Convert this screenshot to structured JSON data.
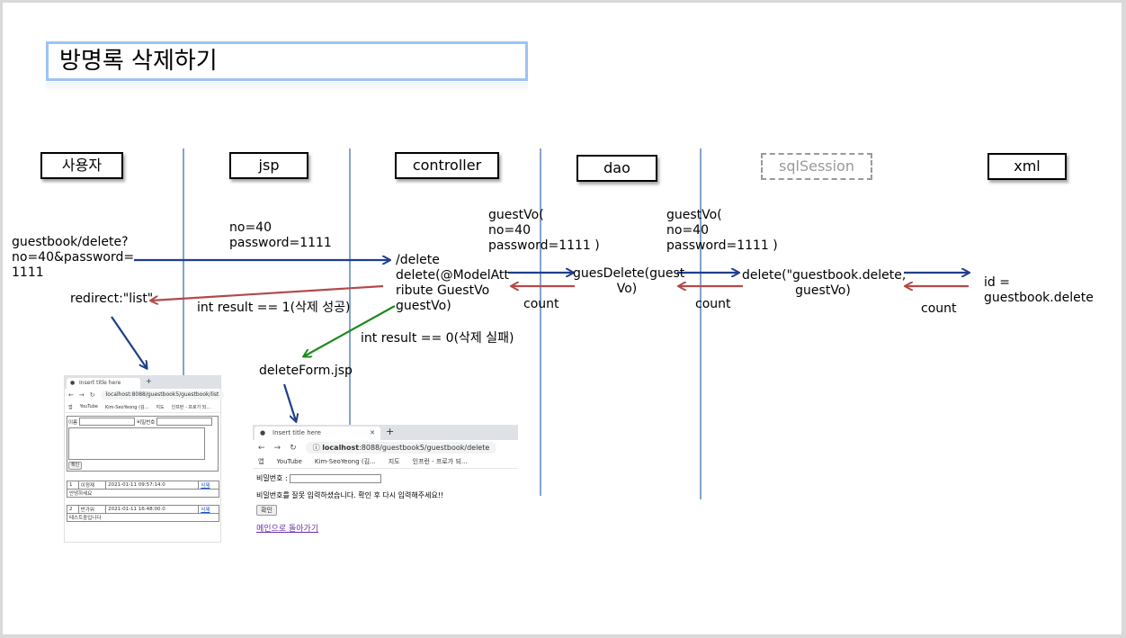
{
  "title": "방명록 삭제하기",
  "lanes": {
    "user": "사용자",
    "jsp": "jsp",
    "controller": "controller",
    "dao": "dao",
    "sqlSession": "sqlSession",
    "xml": "xml"
  },
  "labels": {
    "request": "guestbook/delete?\nno=40&password=\n1111",
    "params": "no=40\npassword=1111",
    "controller_method": "/delete\ndelete(@ModelAtt\nribute GuestVo\nguestVo)",
    "redirect": "redirect:\"list\"",
    "success": "int result == 1(삭제 성공)",
    "fail": "int result == 0(삭제 실패)",
    "delete_form": "deleteForm.jsp",
    "guestvo_to_dao": "guestVo(\nno=40\npassword=1111 )",
    "dao_method": "guesDelete(guest\nVo)",
    "count_ctrl": "count",
    "guestvo_to_session": "guestVo(\nno=40\npassword=1111 )",
    "session_call": "delete(\"guestbook.delete,\nguestVo)",
    "count_dao": "count",
    "xml_id": "id = guestbook.delete",
    "count_session": "count"
  },
  "colors": {
    "forward_arrow": "#1f3f8c",
    "return_arrow": "#b24a4a",
    "fail_arrow": "#1e8a1e",
    "lifeline": "#5b86b8",
    "title_border": "#9dc3f2"
  },
  "browser_list": {
    "tab_title": "Insert title here",
    "url": "localhost:8088/guestbook5/guestbook/list",
    "bookmarks": [
      "앱",
      "YouTube",
      "Kim-SeoYeong (김...",
      "지도",
      "인프런 - 프로가 되..."
    ],
    "name_label": "이름",
    "password_label": "비밀번호",
    "confirm_button": "확인",
    "entries": [
      {
        "no": "1",
        "name": "이정재",
        "date": "2021-01-11 09:57:14.0",
        "action": "삭제",
        "content": "안녕하세요"
      },
      {
        "no": "2",
        "name": "반가워",
        "date": "2021-01-11 16:48:00.0",
        "action": "삭제",
        "content": "테스트중입니다"
      }
    ]
  },
  "browser_delete": {
    "tab_title": "Insert title here",
    "url_host": "localhost",
    "url_path": ":8088/guestbook5/guestbook/delete",
    "bookmarks": [
      "앱",
      "YouTube",
      "Kim-SeoYeong (김...",
      "지도",
      "인프런 - 프로가 되..."
    ],
    "password_label": "비밀번호 :",
    "error_message": "비밀번호를 잘못 입력하셨습니다. 확인 후 다시 입력해주세요!!",
    "confirm_button": "확인",
    "back_link": "메인으로 돌아가기"
  }
}
